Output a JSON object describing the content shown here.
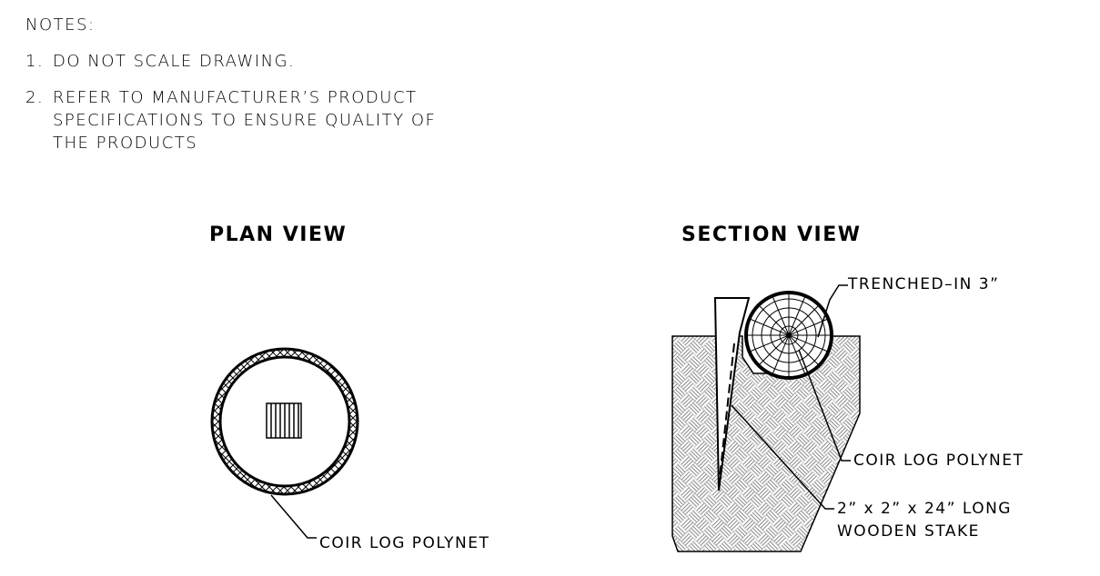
{
  "notes": {
    "title": "NOTES:",
    "items": [
      {
        "number": "1.",
        "lines": [
          "DO NOT SCALE DRAWING."
        ]
      },
      {
        "number": "2.",
        "lines": [
          "REFER TO MANUFACTURER’S PRODUCT",
          "SPECIFICATIONS TO ENSURE QUALITY OF",
          "THE PRODUCTS"
        ]
      }
    ]
  },
  "plan_view": {
    "title": "PLAN VIEW",
    "callout": "COIR LOG POLYNET"
  },
  "section_view": {
    "title": "SECTION VIEW",
    "callouts": {
      "trench": "TRENCHED–IN 3”",
      "polynet": "COIR LOG POLYNET",
      "stake_line1": "2” x 2” x 24” LONG",
      "stake_line2": "WOODEN STAKE"
    }
  }
}
